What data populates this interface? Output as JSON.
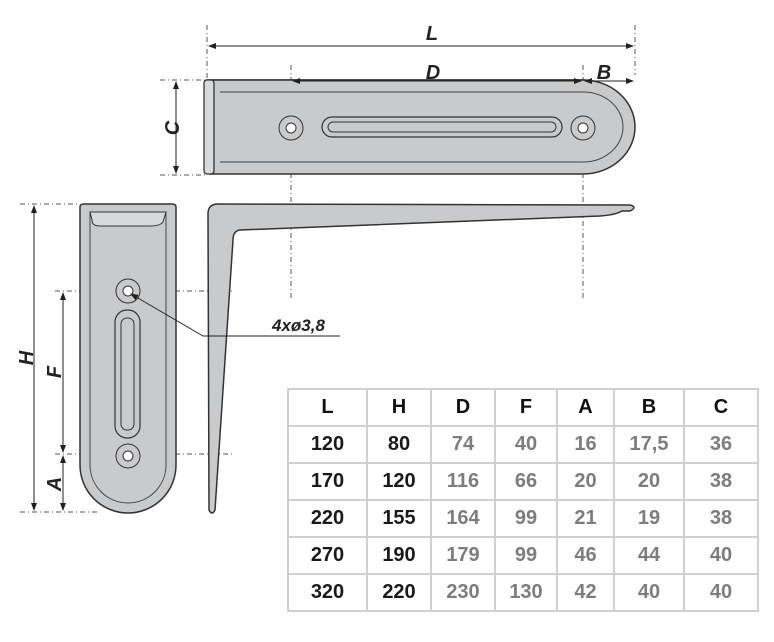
{
  "dimensions": {
    "L": "L",
    "D": "D",
    "B": "B",
    "C": "C",
    "H": "H",
    "F": "F",
    "A": "A"
  },
  "hole_note": "4xø3,8",
  "table": {
    "headers": [
      "L",
      "H",
      "D",
      "F",
      "A",
      "B",
      "C"
    ],
    "rows": [
      [
        "120",
        "80",
        "74",
        "40",
        "16",
        "17,5",
        "36"
      ],
      [
        "170",
        "120",
        "116",
        "66",
        "20",
        "20",
        "38"
      ],
      [
        "220",
        "155",
        "164",
        "99",
        "21",
        "19",
        "38"
      ],
      [
        "270",
        "190",
        "179",
        "99",
        "46",
        "44",
        "40"
      ],
      [
        "320",
        "220",
        "230",
        "130",
        "42",
        "40",
        "40"
      ]
    ]
  },
  "colors": {
    "metal": "#c9cacc",
    "outline": "#333333",
    "grid": "#cfcfcf",
    "value_gray": "#7d7d7d"
  }
}
